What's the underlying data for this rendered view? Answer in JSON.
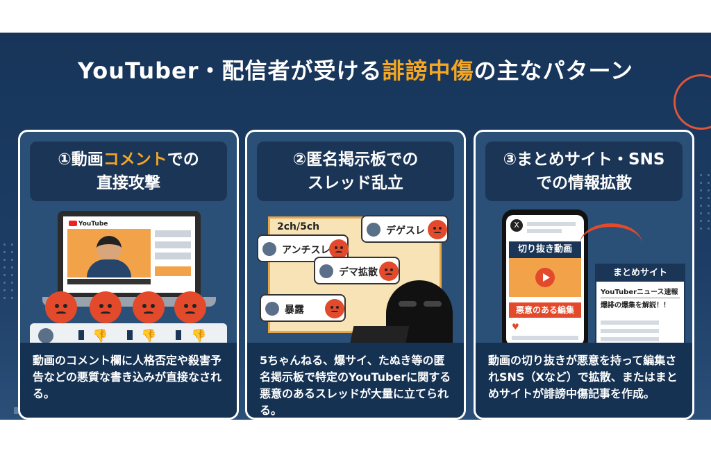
{
  "title": {
    "prefix": "YouTuber・配信者が受ける",
    "highlight": "誹謗中傷",
    "suffix": "の主なパターン"
  },
  "colors": {
    "accent": "#f5a623",
    "danger": "#e24a2b",
    "navy": "#1b3556"
  },
  "cards": [
    {
      "head_prefix": "①動画",
      "head_highlight": "コメント",
      "head_suffix": "での",
      "head_line2": "直接攻撃",
      "yt_label": "YouTube",
      "desc": "動画のコメント欄に人格否定や殺害予告などの悪質な書き込みが直接なされる。"
    },
    {
      "head_line1": "②匿名掲示板での",
      "head_line2": "スレッド乱立",
      "board_label": "2ch/5ch",
      "bubbles": [
        "アンチスレ",
        "デゲスレ",
        "デマ拡散",
        "暴露"
      ],
      "desc": "5ちゃんねる、爆サイ、たぬき等の匿名掲示板で特定のYouTuberに関する悪意のあるスレッドが大量に立てられる。"
    },
    {
      "head_line1": "③まとめサイト・SNS",
      "head_line2": "での情報拡散",
      "x_label": "X",
      "clip_label": "切り抜き動画",
      "edit_label": "悪意のある編集",
      "site_head": "まとめサイト",
      "site_title": "YouTuberニュース速報",
      "site_body": "爆誹の爆集を解説！！",
      "desc": "動画の切り抜きが悪意を持って編集されSNS（Xなど）で拡散、またはまとめサイトが誹謗中傷記事を作成。"
    }
  ]
}
